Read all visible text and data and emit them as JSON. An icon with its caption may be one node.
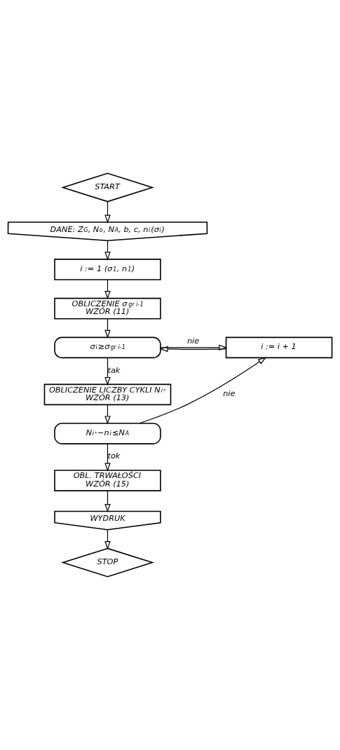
{
  "diagram": {
    "nodes": [
      {
        "text": [
          "START"
        ]
      },
      {
        "text": [
          "DANE: Z$_{G}$, N$_{o}$, N$_{A}$, b, c, n$_{i}$(σ$_{i}$)"
        ]
      },
      {
        "text": [
          "i := 1 (σ$_{1}$, n$_{1}$)"
        ]
      },
      {
        "text": [
          "OBLICZENIE σ$_{gr i-1}$",
          "WZÓR (11)"
        ]
      },
      {
        "text": [
          "σ$_{i}$≥σ$_{gr i-1}$"
        ]
      },
      {
        "text": [
          "OBLICZENIE LICZBY CYKLI N$_{i}$$^{*}$",
          "WZÓR (13)"
        ]
      },
      {
        "text": [
          "N$_{i}$$^{*}$−n$_{i}$≤N$_{A}$"
        ]
      },
      {
        "text": [
          "OBL. TRWAŁOŚCI",
          "WZÓR (15)"
        ]
      },
      {
        "text": [
          "WYDRUK"
        ]
      },
      {
        "text": [
          "STOP"
        ]
      },
      {
        "text": [
          "i := i + 1"
        ]
      }
    ],
    "edges": [
      {
        "from": 0,
        "to": 1,
        "arrow": "to"
      },
      {
        "from": 1,
        "to": 2,
        "arrow": "to"
      },
      {
        "from": 2,
        "to": 3,
        "arrow": "to"
      },
      {
        "from": 3,
        "to": 4,
        "arrow": "to"
      },
      {
        "from": 4,
        "to": 5,
        "arrow": "to",
        "label": "tak"
      },
      {
        "from": 4,
        "to": 10,
        "arrow": "to",
        "label": "nie"
      },
      {
        "from": 5,
        "to": 6,
        "arrow": "to"
      },
      {
        "from": 6,
        "to": 7,
        "arrow": "to",
        "label": "tok"
      },
      {
        "from": 6,
        "to": 10,
        "arrow": "to",
        "label": "nie"
      },
      {
        "from": 7,
        "to": 8,
        "arrow": "to"
      },
      {
        "from": 8,
        "to": 9,
        "arrow": "to"
      },
      {
        "from": 10,
        "to": 4,
        "arrow": "to"
      }
    ]
  }
}
